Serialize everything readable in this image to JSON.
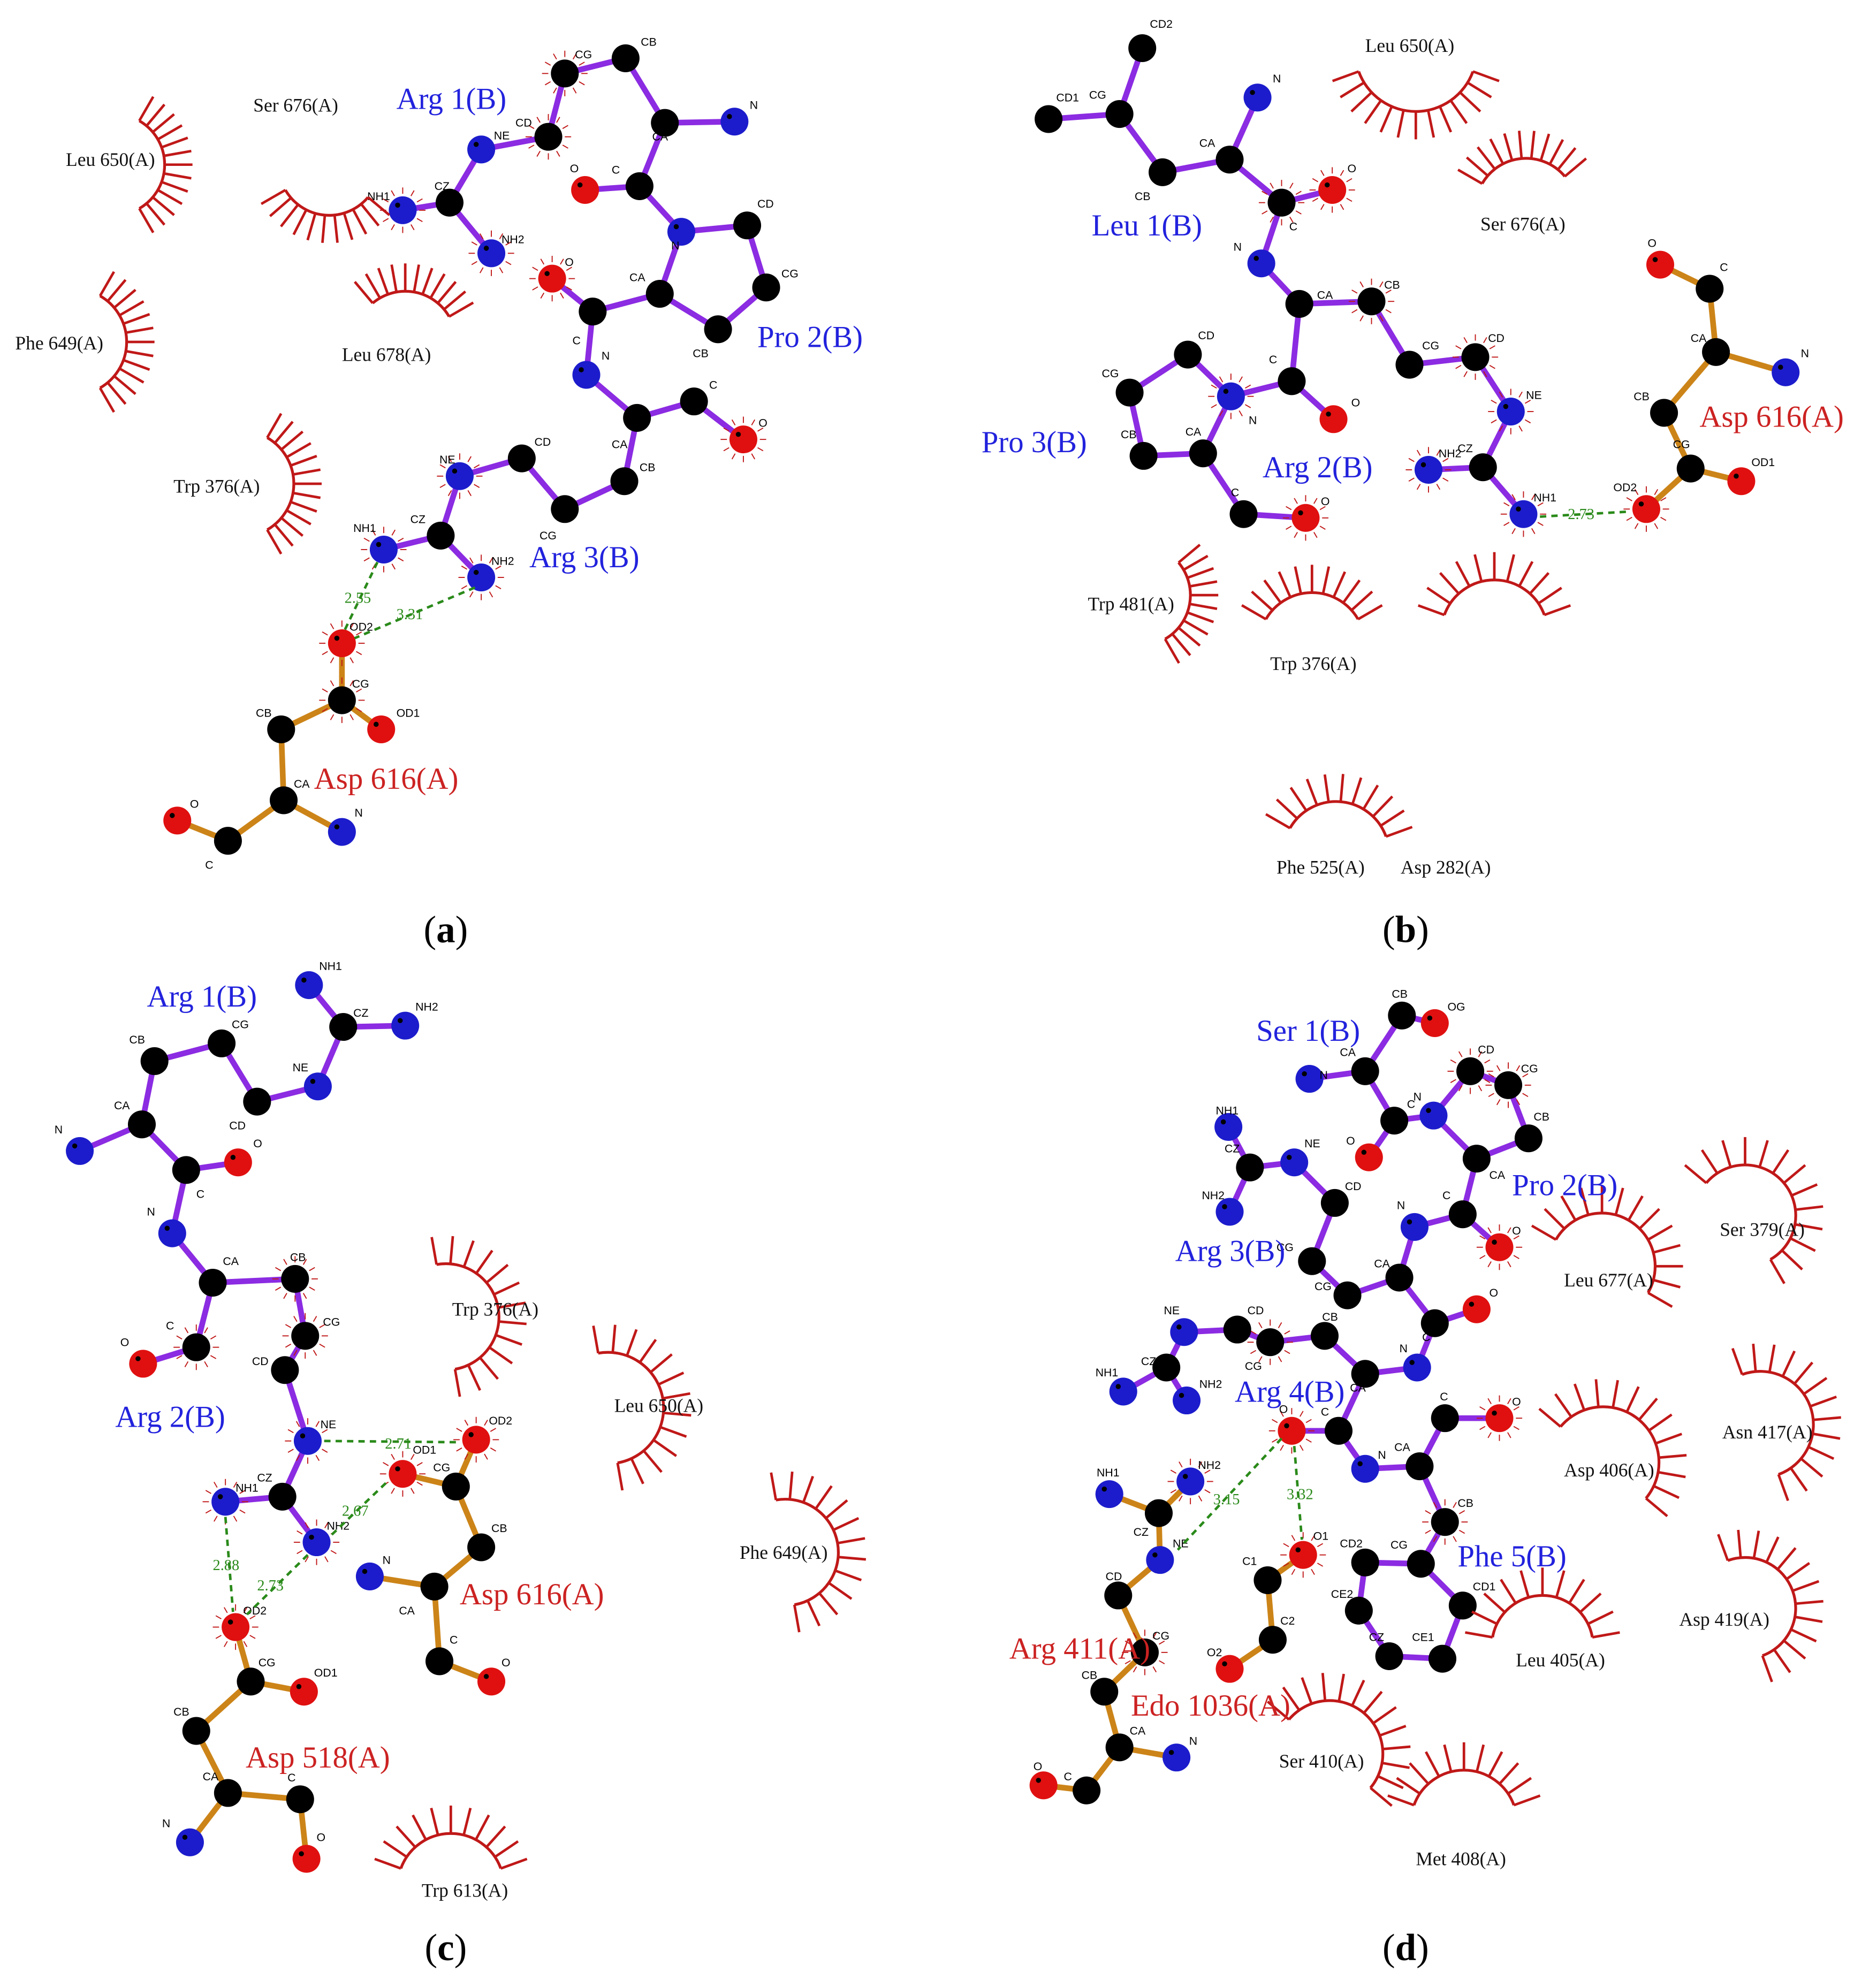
{
  "colors": {
    "ligand_bond": "#8b2be2",
    "receptor_bond": "#cc8418",
    "carbon": "#000000",
    "nitrogen": "#1c1ccc",
    "oxygen": "#e01010",
    "hbond": "#2a8a1a",
    "hydrophobic_arc": "#c01818",
    "ligand_label": "#2222dd",
    "receptor_label": "#cc2222",
    "atom_label": "#000000"
  },
  "panels": [
    {
      "id": "a",
      "caption": "(a)",
      "residue_labels": [
        {
          "text": "Arg 1(B)",
          "chain": "ligand"
        },
        {
          "text": "Pro 2(B)",
          "chain": "ligand"
        },
        {
          "text": "Arg 3(B)",
          "chain": "ligand"
        },
        {
          "text": "Asp 616(A)",
          "chain": "receptor"
        }
      ],
      "hydrophobic_contacts": [
        "Leu 650(A)",
        "Ser 676(A)",
        "Phe 649(A)",
        "Leu 678(A)",
        "Trp 376(A)"
      ],
      "hbonds": [
        "2.55",
        "3.31"
      ]
    },
    {
      "id": "b",
      "caption": "(b)",
      "residue_labels": [
        {
          "text": "Leu 1(B)",
          "chain": "ligand"
        },
        {
          "text": "Pro 3(B)",
          "chain": "ligand"
        },
        {
          "text": "Arg 2(B)",
          "chain": "ligand"
        },
        {
          "text": "Asp 616(A)",
          "chain": "receptor"
        }
      ],
      "hydrophobic_contacts": [
        "Leu 650(A)",
        "Ser 676(A)",
        "Trp 481(A)",
        "Trp 376(A)",
        "Phe 525(A)",
        "Asp 282(A)"
      ],
      "hbonds": [
        "2.73"
      ]
    },
    {
      "id": "c",
      "caption": "(c)",
      "residue_labels": [
        {
          "text": "Arg 1(B)",
          "chain": "ligand"
        },
        {
          "text": "Arg 2(B)",
          "chain": "ligand"
        },
        {
          "text": "Asp 616(A)",
          "chain": "receptor"
        },
        {
          "text": "Asp 518(A)",
          "chain": "receptor"
        }
      ],
      "hydrophobic_contacts": [
        "Trp 376(A)",
        "Leu 650(A)",
        "Phe 649(A)",
        "Trp 613(A)"
      ],
      "hbonds": [
        "2.71",
        "2.67",
        "2.88",
        "2.73"
      ]
    },
    {
      "id": "d",
      "caption": "(d)",
      "residue_labels": [
        {
          "text": "Ser 1(B)",
          "chain": "ligand"
        },
        {
          "text": "Pro 2(B)",
          "chain": "ligand"
        },
        {
          "text": "Arg 3(B)",
          "chain": "ligand"
        },
        {
          "text": "Arg 4(B)",
          "chain": "ligand"
        },
        {
          "text": "Phe 5(B)",
          "chain": "ligand"
        },
        {
          "text": "Arg 411(A)",
          "chain": "receptor"
        },
        {
          "text": "Edo 1036(A)",
          "chain": "receptor"
        }
      ],
      "hydrophobic_contacts": [
        "Ser 379(A)",
        "Leu 677(A)",
        "Asn 417(A)",
        "Asp 406(A)",
        "Asp 419(A)",
        "Leu 405(A)",
        "Ser 410(A)",
        "Met 408(A)"
      ],
      "hbonds": [
        "3.15",
        "3.32"
      ]
    }
  ]
}
